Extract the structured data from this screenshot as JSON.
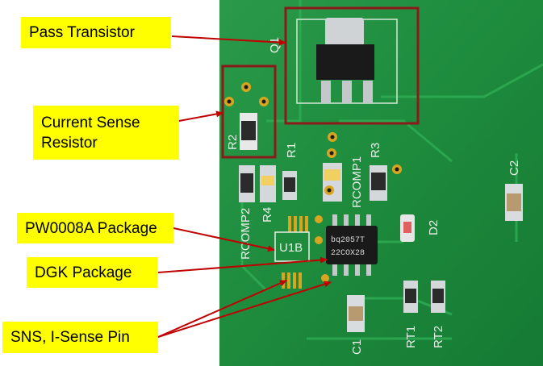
{
  "callouts": {
    "pass_transistor": "Pass Transistor",
    "current_sense_resistor_line1": "Current Sense",
    "current_sense_resistor_line2": "Resistor",
    "pw0008a_package": "PW0008A Package",
    "dgk_package": "DGK Package",
    "sns_pin": "SNS, I-Sense Pin"
  },
  "silkscreen": {
    "q1": "Q1",
    "r2": "R2",
    "r1": "R1",
    "r3": "R3",
    "r4": "R4",
    "rcomp1": "RCOMP1",
    "rcomp2": "RCOMP2",
    "u1b": "U1B",
    "d2": "D2",
    "c1": "C1",
    "c2": "C2",
    "rt1": "RT1",
    "rt2": "RT2"
  },
  "chip_marking": {
    "line1": "bq2057T",
    "line2": "22COX28"
  },
  "colors": {
    "callout_fill": "#ffff00",
    "highlight_box": "#8b1a1a",
    "arrow": "#c00000",
    "pcb_green": "#1f8a3e"
  }
}
